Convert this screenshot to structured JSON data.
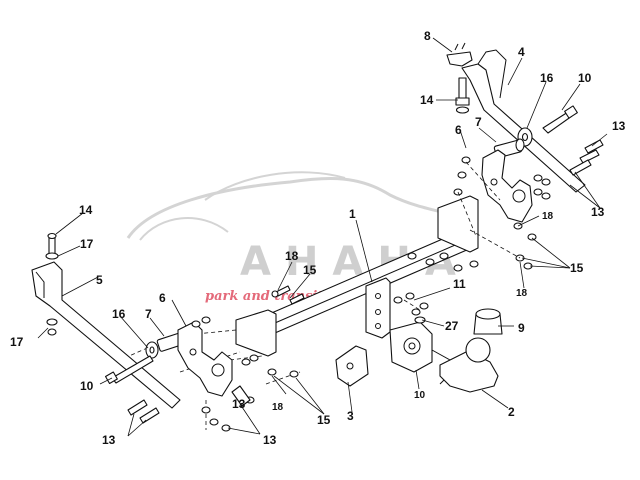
{
  "watermark": {
    "brand": "AHAHA",
    "tagline": "park and transit",
    "accent_color": "#e46a7a"
  },
  "labels": {
    "l1": "1",
    "l2": "2",
    "l3": "3",
    "l4": "4",
    "l5": "5",
    "l6a": "6",
    "l6b": "6",
    "l7a": "7",
    "l7b": "7",
    "l8": "8",
    "l9": "9",
    "l10a": "10",
    "l10b": "10",
    "l10c": "10",
    "l11": "11",
    "l13a": "13",
    "l13b": "13",
    "l13c": "13",
    "l13d": "13",
    "l13e": "13",
    "l14a": "14",
    "l14b": "14",
    "l15a": "15",
    "l15b": "15",
    "l15c": "15",
    "l16a": "16",
    "l16b": "16",
    "l17a": "17",
    "l17b": "17",
    "l18a": "18",
    "l18b": "18",
    "l18c": "18",
    "l18d": "18",
    "l27": "27"
  }
}
